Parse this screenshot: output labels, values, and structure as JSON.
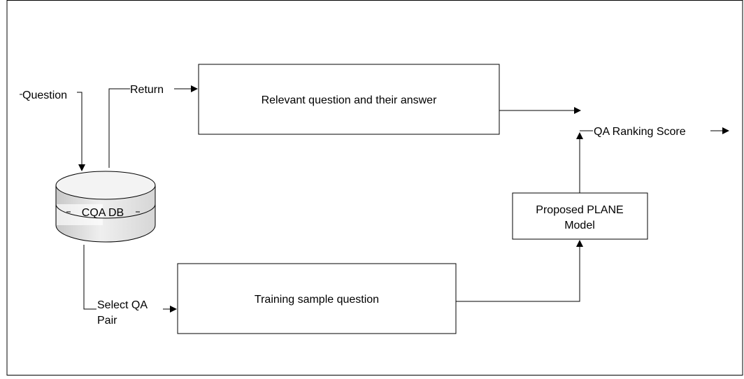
{
  "diagram": {
    "labels": {
      "question": "Question",
      "return": "Return",
      "cqa_db": "CQA DB",
      "select_qa_line1": "Select QA",
      "select_qa_line2": "Pair",
      "qa_ranking_score": "QA Ranking Score"
    },
    "boxes": {
      "relevant": "Relevant question and their answer",
      "training": "Training sample question",
      "plane_line1": "Proposed PLANE",
      "plane_line2": "Model"
    }
  },
  "colors": {
    "stroke": "#000000",
    "background": "#ffffff",
    "db_shade_light": "#f3f3f3",
    "db_shade_dark": "#c8c8c8"
  }
}
